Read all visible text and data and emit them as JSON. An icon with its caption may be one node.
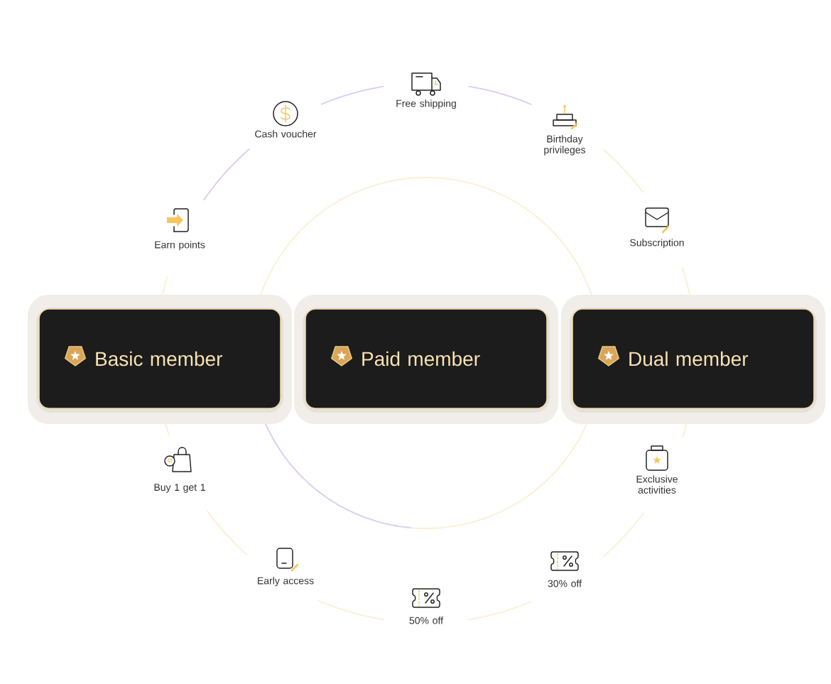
{
  "diagram": {
    "nodes": [
      {
        "text": [
          "Basic member"
        ]
      },
      {
        "text": [
          "Paid member"
        ]
      },
      {
        "text": [
          "Dual member"
        ]
      }
    ],
    "labels": [
      "Free shipping",
      "Cash voucher",
      "Birthday privileges",
      "Earn points",
      "Subscription",
      "Buy 1 get 1",
      "Exclusive activities",
      "Early access",
      "30% off",
      "50% off"
    ]
  }
}
